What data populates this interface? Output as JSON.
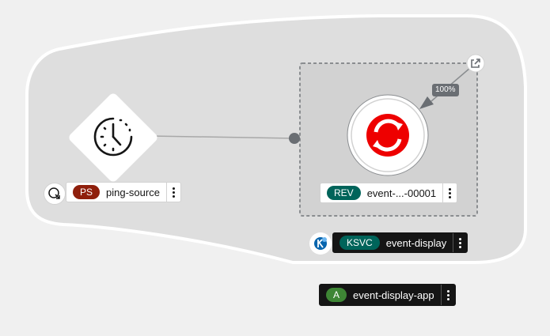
{
  "colors": {
    "ps_badge": "#8f1f0c",
    "rev_badge": "#00645a",
    "ksvc_badge": "#00645a",
    "app_badge": "#3e8635",
    "logo_red": "#ee0000",
    "group_fill": "#e0e0e0"
  },
  "ping_source": {
    "badge": "PS",
    "name": "ping-source",
    "icon": "clock-icon",
    "status_icon": "refresh-icon"
  },
  "revision": {
    "badge": "REV",
    "name": "event-...-00001",
    "icon": "openshift-logo-icon",
    "traffic": "100%"
  },
  "ksvc": {
    "badge": "KSVC",
    "name": "event-display",
    "icon": "knative-icon"
  },
  "application": {
    "badge": "A",
    "name": "event-display-app"
  },
  "external_link_icon": "external-link-icon"
}
